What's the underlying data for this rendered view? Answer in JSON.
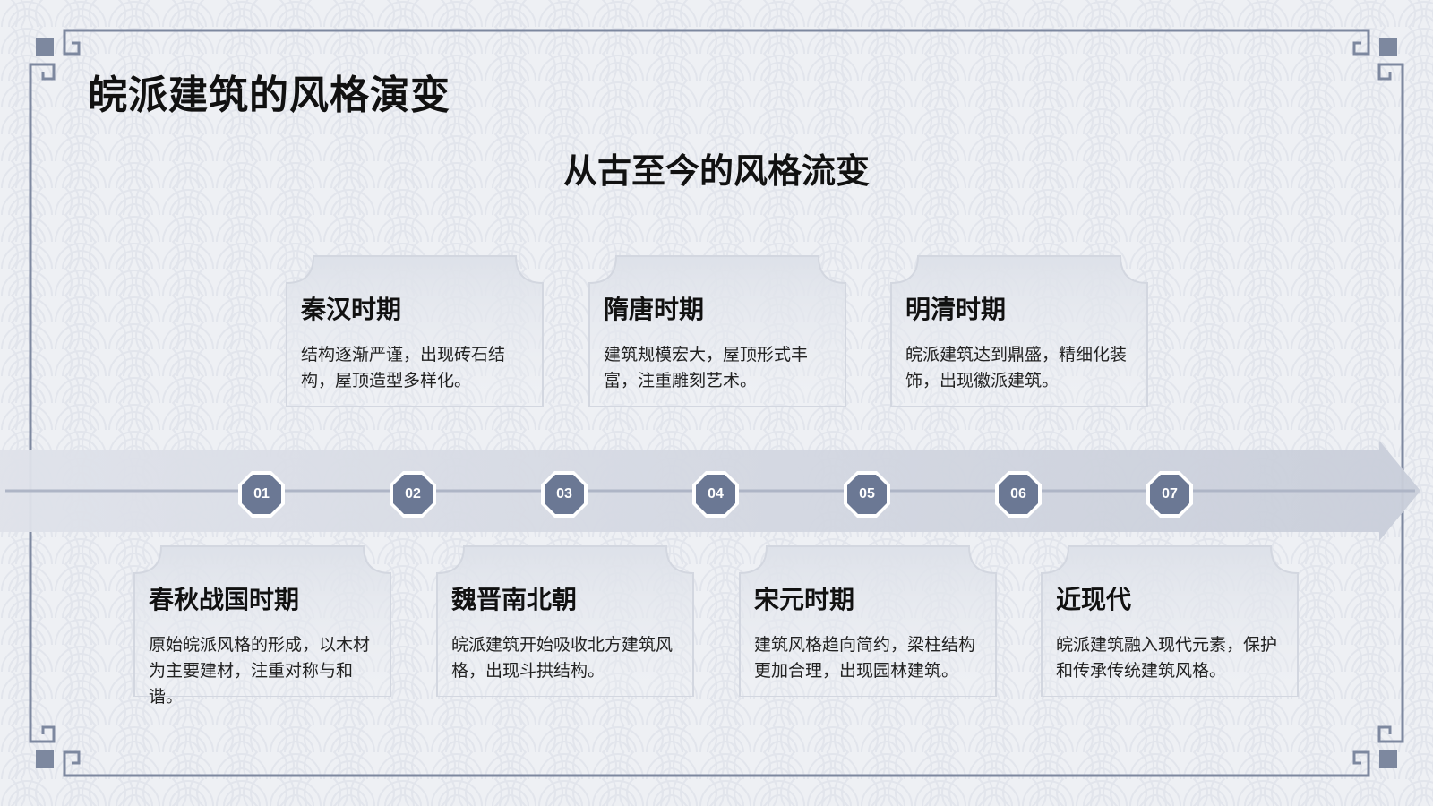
{
  "title": "皖派建筑的风格演变",
  "subtitle": "从古至今的风格流变",
  "nodes": [
    "01",
    "02",
    "03",
    "04",
    "05",
    "06",
    "07"
  ],
  "periods": [
    {
      "title": "春秋战国时期",
      "text": "原始皖派风格的形成，以木材为主要建材，注重对称与和谐。"
    },
    {
      "title": "秦汉时期",
      "text": "结构逐渐严谨，出现砖石结构，屋顶造型多样化。"
    },
    {
      "title": "魏晋南北朝",
      "text": "皖派建筑开始吸收北方建筑风格，出现斗拱结构。"
    },
    {
      "title": "隋唐时期",
      "text": "建筑规模宏大，屋顶形式丰富，注重雕刻艺术。"
    },
    {
      "title": "宋元时期",
      "text": "建筑风格趋向简约，梁柱结构更加合理，出现园林建筑。"
    },
    {
      "title": "明清时期",
      "text": "皖派建筑达到鼎盛，精细化装饰，出现徽派建筑。"
    },
    {
      "title": "近现代",
      "text": "皖派建筑融入现代元素，保护和传承传统建筑风格。"
    }
  ],
  "colors": {
    "background": "#eef0f4",
    "frame": "#7d889f",
    "node_fill": "#6b7894",
    "band": "#c9ceda",
    "text": "#111111"
  }
}
